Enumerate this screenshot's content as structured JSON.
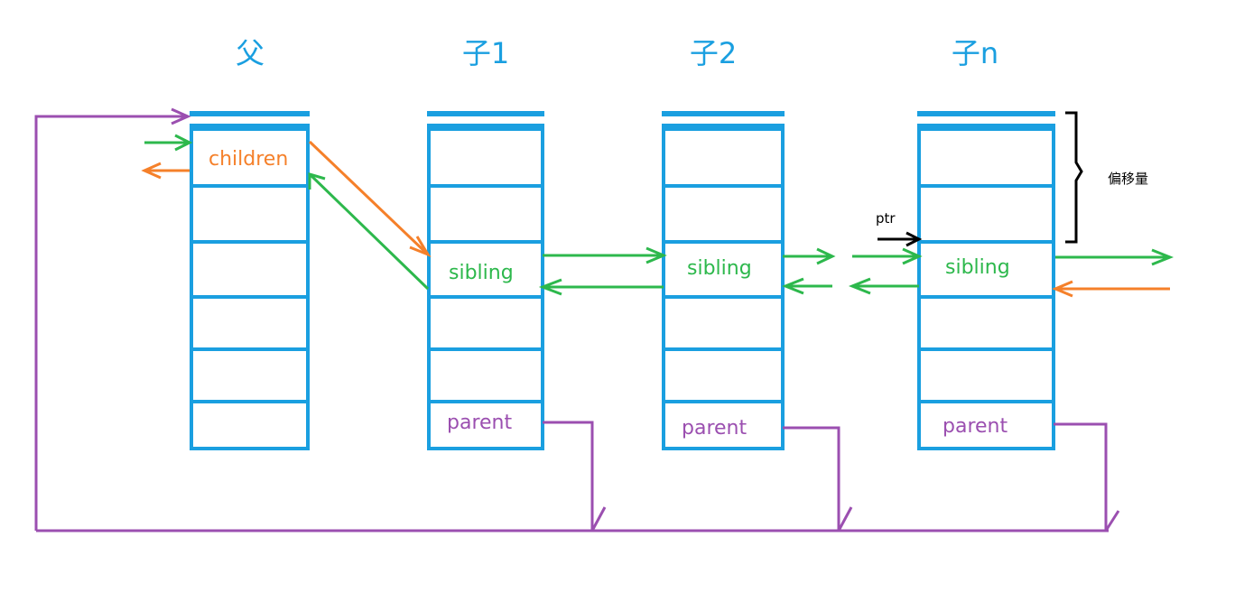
{
  "titles": {
    "parent": "父",
    "child1": "子1",
    "child2": "子2",
    "childn": "子n"
  },
  "fields": {
    "children": "children",
    "sibling": "sibling",
    "parent": "parent"
  },
  "annotations": {
    "offset": "偏移量",
    "ptr": "ptr"
  },
  "colors": {
    "struct": "#1a9fe0",
    "children_link": "#f5802a",
    "sibling_link": "#2db84c",
    "parent_link": "#9b4fb0",
    "annotation": "#000000"
  }
}
